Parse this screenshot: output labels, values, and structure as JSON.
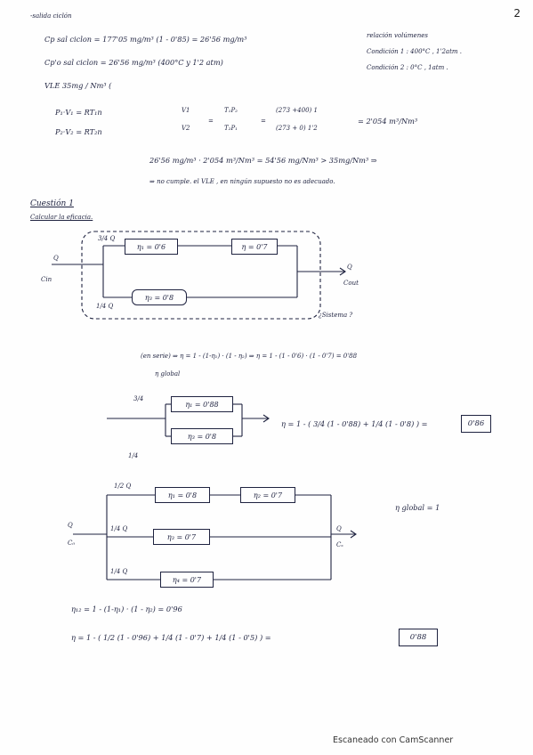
{
  "page_number": "2",
  "header": {
    "topic": "-salida ciclón",
    "line1": "Cp sal ciclon = 177'05 mg/m³ (1 - 0'85) = 26'56 mg/m³",
    "line2": "Cp'o sal ciclon = 26'56 mg/m³ (400°C y 1'2 atm)",
    "line3": "VLE  35mg / Nm³ (",
    "rel_title": "relación volúmenes",
    "rel_c1": "Condición 1 : 400°C , 1'2atm .",
    "rel_c2": "Condición 2 : 0°C , 1atm ."
  },
  "gas_law": {
    "eq1": "P₁·V₁ = RT₁n",
    "eq2": "P₂·V₂ = RT₂n",
    "ratio_num": "V1",
    "ratio_den": "V2",
    "frac1_num": "T₁P₂",
    "frac1_den": "T₂P₁",
    "frac2_num": "(273 +400) 1",
    "frac2_den": "(273 + 0) 1'2",
    "result": "= 2'054 m³/Nm³",
    "calc": "26'56 mg/m³ · 2'054 m³/Nm³ = 54'56 mg/Nm³ > 35mg/Nm³ ⇒",
    "conclusion": "⇒ no cumple. el VLE , en ningún supuesto no es adecuado."
  },
  "question": {
    "title": "Cuestión 1",
    "subtitle": "Calcular la eficacia."
  },
  "diagram1": {
    "frac_top": "3/4 Q",
    "frac_bottom": "1/4 Q",
    "box1": "η₁ = 0'6",
    "box2": "η = 0'7",
    "box3": "η₃ = 0'8",
    "inlet_q": "Q",
    "inlet_c": "Cin",
    "outlet_q": "Q",
    "outlet_c": "Cout",
    "question_note": "¿Sistema ?"
  },
  "series_calc": {
    "text": "(en serie) ⇒ η = 1 - (1-η₁) · (1 - η₂) ⇒ η = 1 - (1 - 0'6) · (1 - 0'7) = 0'88",
    "label": "η global"
  },
  "diagram2": {
    "frac_top": "3/4",
    "frac_bottom": "1/4",
    "box1": "η₁ = 0'88",
    "box2": "η₃ = 0'8",
    "formula": "η = 1 - ( 3/4 (1 - 0'88) + 1/4 (1 - 0'8) ) =",
    "result": "0'86"
  },
  "diagram3": {
    "frac1": "1/2 Q",
    "frac2": "1/4 Q",
    "frac3": "1/4 Q",
    "box1": "η₁ = 0'8",
    "box2": "η₂ = 0'7",
    "box3": "η₃ = 0'7",
    "box4": "η₄ = 0'7",
    "inlet_q": "Q",
    "inlet_c": "C₀",
    "outlet_q": "Q",
    "outlet_c": "Cₛ",
    "global": "η global = 1"
  },
  "final_calc": {
    "eta12": "η₁₂ = 1 - (1-η₁) · (1 - η₂) = 0'96",
    "formula": "η = 1 - ( 1/2 (1 - 0'96) + 1/4 (1 - 0'7) + 1/4 (1 - 0'5) ) =",
    "result": "0'88"
  },
  "footer": "Escaneado con CamScanner"
}
